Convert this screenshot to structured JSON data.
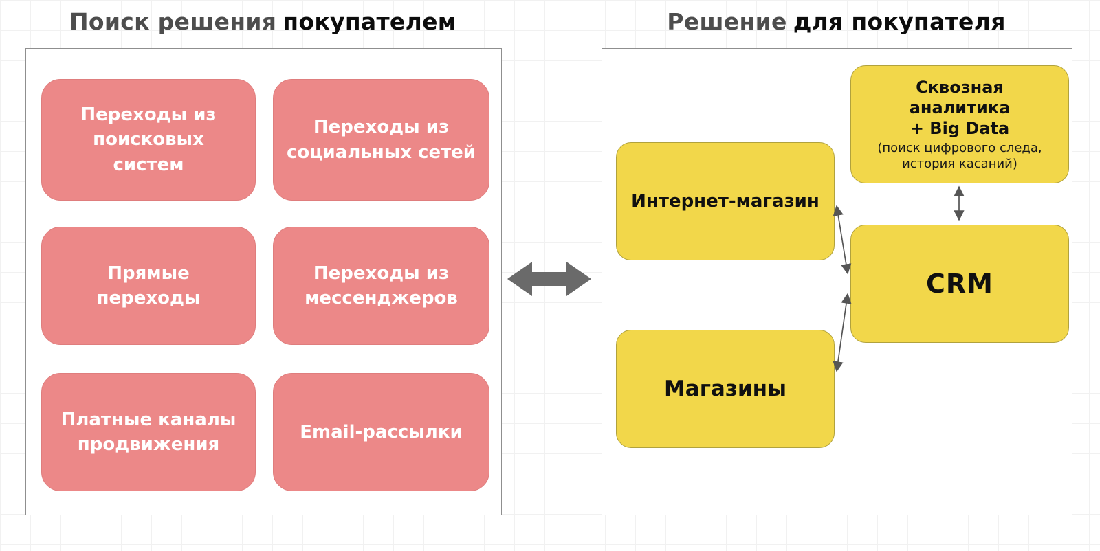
{
  "left_panel": {
    "title": {
      "gray": "Поиск решения",
      "black": "покупателем"
    },
    "boxes": [
      {
        "label": "Переходы из\nпоисковых\nсистем"
      },
      {
        "label": "Переходы из\nсоциальных сетей"
      },
      {
        "label": "Прямые\nпереходы"
      },
      {
        "label": "Переходы из\nмессенджеров"
      },
      {
        "label": "Платные каналы\nпродвижения"
      },
      {
        "label": "Email-рассылки"
      }
    ],
    "box_color": "#ec8888",
    "text_color": "#ffffff"
  },
  "right_panel": {
    "title": {
      "gray": "Решение",
      "black": "для покупателя"
    },
    "analytics_box": {
      "title": "Сквозная\nаналитика\n+ Big Data",
      "subtitle": "(поиск цифрового следа,\nистория касаний)"
    },
    "online_store_box": {
      "label": "Интернет-магазин"
    },
    "crm_box": {
      "label": "CRM"
    },
    "stores_box": {
      "label": "Магазины"
    },
    "box_color": "#f2d74a",
    "text_color": "#101010"
  },
  "connectors": {
    "panel_connector_icon": "double-headed-arrow",
    "big_arrow_color": "#6a6a6a",
    "thin_arrow_color": "#555555",
    "links": [
      "online-store <-> crm",
      "crm <-> stores",
      "analytics <-> crm"
    ]
  }
}
